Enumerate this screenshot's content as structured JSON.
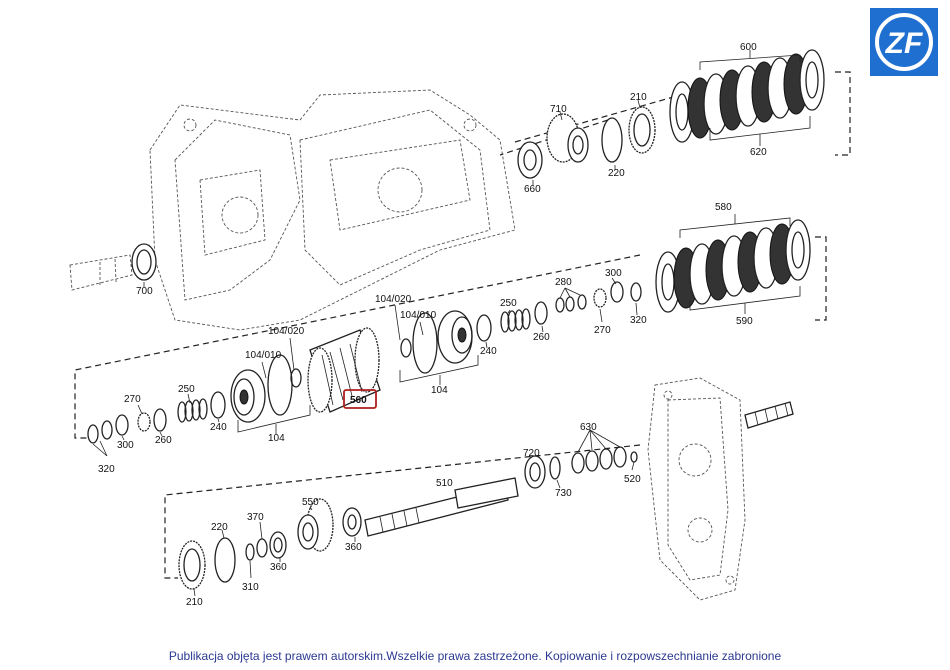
{
  "logo": {
    "text": "ZF",
    "color": "#1f6fd1"
  },
  "copyright": "Publikacja objęta jest prawem autorskim.Wszelkie prawa zastrzeżone. Kopiowanie i rozpowszechnianie zabronione",
  "highlight_color": "#b11d1d",
  "labels": {
    "p600": "600",
    "p620": "620",
    "p710": "710",
    "p210_top": "210",
    "p220_top": "220",
    "p660": "660",
    "p700": "700",
    "p580": "580",
    "p590": "590",
    "p280": "280",
    "p300_r": "300",
    "p320_r": "320",
    "p270_r": "270",
    "p250_r": "250",
    "p260_r": "260",
    "p240_r": "240",
    "p104_020_r": "104/020",
    "p104_010_r": "104/010",
    "p104_r": "104",
    "p560": "560",
    "p104_020_l": "104/020",
    "p104_010_l": "104/010",
    "p104_l": "104",
    "p250_l": "250",
    "p270_l": "270",
    "p300_l": "300",
    "p320_l": "320",
    "p260_l": "260",
    "p240_l": "240",
    "p630": "630",
    "p720": "720",
    "p730": "730",
    "p520": "520",
    "p510": "510",
    "p550": "550",
    "p370": "370",
    "p220_b": "220",
    "p360_a": "360",
    "p360_b": "360",
    "p310": "310",
    "p210_b": "210"
  }
}
